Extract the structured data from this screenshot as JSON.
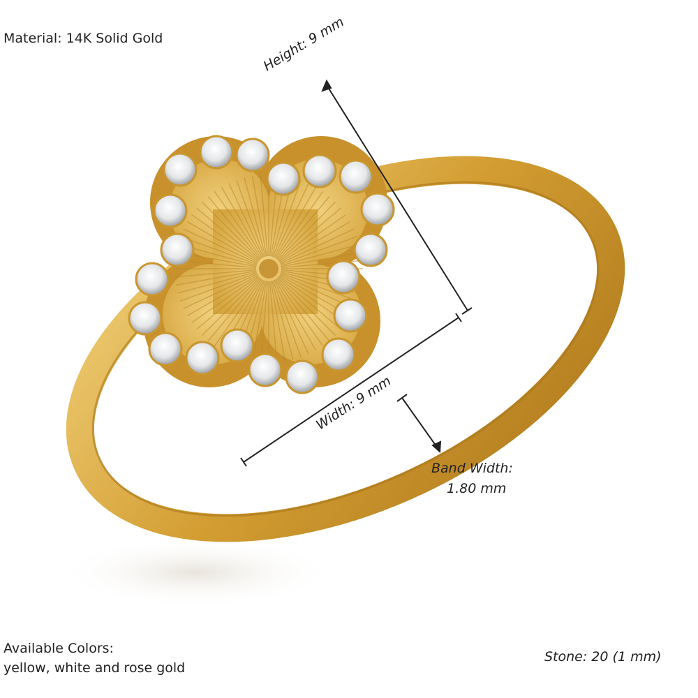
{
  "material": "Material: 14K Solid Gold",
  "dimensions": {
    "height": "Height: 9 mm",
    "width": "Width: 9 mm",
    "band_width_line1": "Band Width:",
    "band_width_line2": "1.80 mm"
  },
  "colors_label": "Available Colors:",
  "colors_value": "yellow, white and rose gold",
  "stone": "Stone: 20 (1 mm)",
  "stone_count": 20,
  "palette": {
    "gold": "#d9a53a",
    "gold_dark": "#a8761c",
    "gold_light": "#f2d27a",
    "stone": "#eef0f2",
    "line": "#222222"
  }
}
